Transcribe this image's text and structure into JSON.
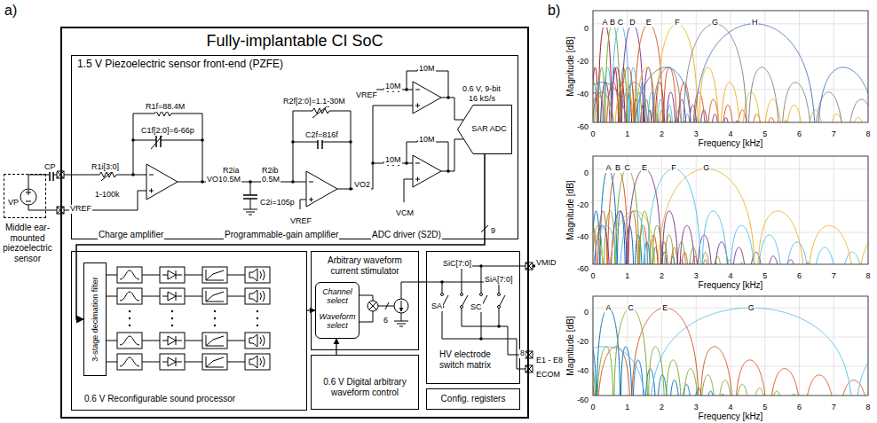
{
  "diagram": {
    "nodes": [
      {
        "text": [
          "Fully-implantable CI SoC"
        ]
      },
      {
        "text": [
          "1.5 V Piezoelectric sensor front-end (PZFE)"
        ],
        "in": 0
      },
      {
        "text": [
          "SAR ADC"
        ],
        "in": 1
      },
      {
        "text": [
          "Middle ear-mounted piezoelectric sensor"
        ]
      },
      {
        "text": [
          "0.6 V Reconfigurable sound processor"
        ],
        "in": 0
      },
      {
        "text": [
          "3-stage decimation filter"
        ],
        "in": 4
      },
      {
        "text": [
          "Arbitrary waveform current stimulator"
        ],
        "in": 0
      },
      {
        "text": [
          "Channel select",
          "Waveform select"
        ],
        "in": 6
      },
      {
        "text": [
          "0.6 V Digital arbitrary waveform control"
        ],
        "in": 0
      },
      {
        "text": [
          "HV electrode switch matrix"
        ],
        "in": 0
      },
      {
        "text": [
          "Config. registers"
        ],
        "in": 0
      }
    ],
    "edges": [
      {
        "from": 2,
        "to": 5,
        "label": "9",
        "arrow": "to"
      },
      {
        "from": 4,
        "to": 7,
        "arrow": "to"
      },
      {
        "from": 8,
        "to": 7,
        "arrow": "to"
      },
      {
        "from": 6,
        "to": 9,
        "arrow": "none"
      }
    ],
    "labels": [
      "a)",
      "b)",
      "CP",
      "VP",
      "VREF",
      "R1i[3:0]",
      "1-100k",
      "R1f=88.4M",
      "C1f[2:0]=6-66p",
      "VO1",
      "Charge amplifier",
      "R2ia",
      "0.5M",
      "R2ib",
      "0.5M",
      "C2i=105p",
      "R2f[2:0]=1.1-30M",
      "C2f=816f",
      "VO2",
      "VREF",
      "Programmable-gain amplifier",
      "VREF",
      "10M",
      "10M",
      "10M",
      "10M",
      "VCM",
      "ADC driver (S2D)",
      "0.6 V, 9-bit",
      "16 kS/s",
      "6",
      "SiC[7:0]",
      "SiA[7:0]",
      "SA",
      "SC",
      "VMID",
      "8",
      "E1 - E8",
      "ECOM",
      "A",
      "B",
      "C",
      "D",
      "E",
      "F",
      "G",
      "H",
      "Magnitude [dB]",
      "0",
      "-20",
      "-40",
      "-60",
      "0",
      "1",
      "2",
      "3",
      "4",
      "5",
      "6",
      "7",
      "8",
      "Frequency [kHz]",
      "A",
      "B",
      "C",
      "E",
      "F",
      "G",
      "Magnitude [dB]",
      "0",
      "-20",
      "-40",
      "-60",
      "0",
      "1",
      "2",
      "3",
      "4",
      "5",
      "6",
      "7",
      "8",
      "Frequency [kHz]",
      "A",
      "C",
      "E",
      "G",
      "Magnitude [dB]",
      "0",
      "-20",
      "-40",
      "-60",
      "0",
      "1",
      "2",
      "3",
      "4",
      "5",
      "6",
      "7",
      "8",
      "Frequency [kHz]"
    ]
  }
}
